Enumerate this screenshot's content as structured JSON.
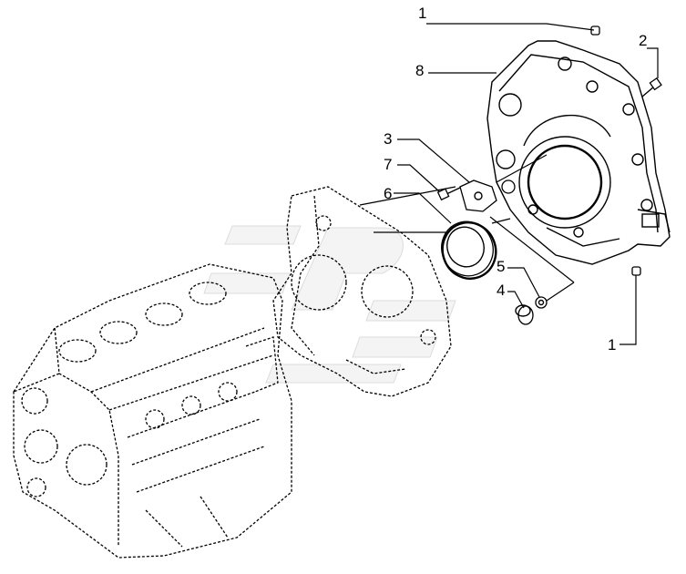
{
  "callouts": [
    {
      "id": "1a",
      "text": "1"
    },
    {
      "id": "2",
      "text": "2"
    },
    {
      "id": "8",
      "text": "8"
    },
    {
      "id": "3",
      "text": "3"
    },
    {
      "id": "7",
      "text": "7"
    },
    {
      "id": "6",
      "text": "6"
    },
    {
      "id": "5",
      "text": "5"
    },
    {
      "id": "4",
      "text": "4"
    },
    {
      "id": "1b",
      "text": "1"
    }
  ]
}
